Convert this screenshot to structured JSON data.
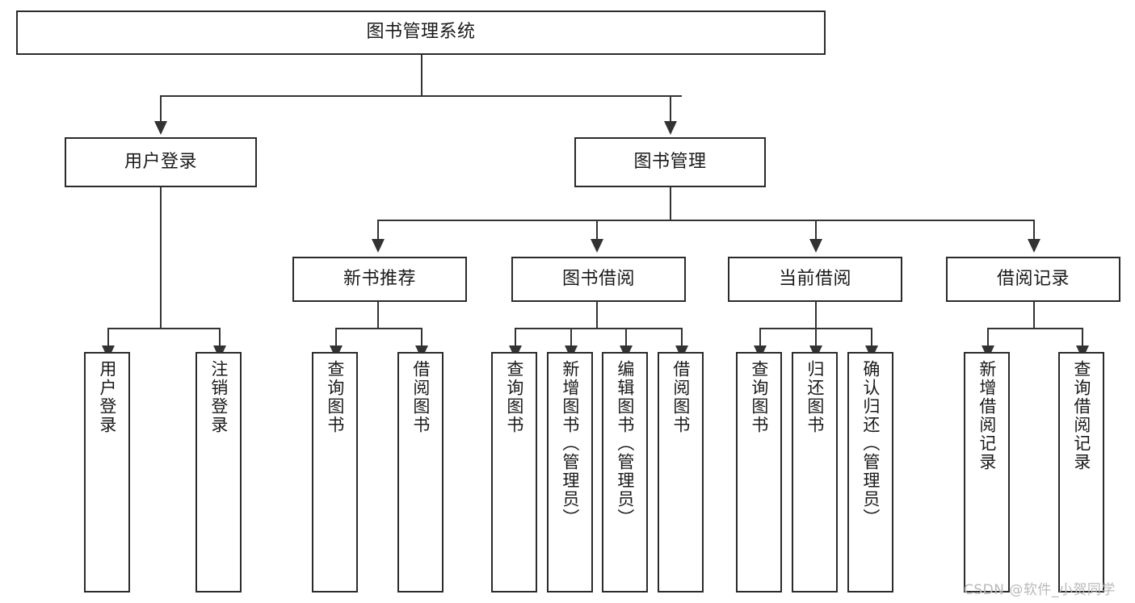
{
  "diagram": {
    "type": "tree",
    "title": "图书管理系统",
    "root": {
      "id": "root",
      "label": "图书管理系统"
    },
    "level2": [
      {
        "id": "user-login",
        "label": "用户登录"
      },
      {
        "id": "book-management",
        "label": "图书管理"
      }
    ],
    "level3": [
      {
        "id": "new-book-recommend",
        "label": "新书推荐",
        "parent": "book-management"
      },
      {
        "id": "book-borrow",
        "label": "图书借阅",
        "parent": "book-management"
      },
      {
        "id": "current-borrow",
        "label": "当前借阅",
        "parent": "book-management"
      },
      {
        "id": "borrow-record",
        "label": "借阅记录",
        "parent": "book-management"
      }
    ],
    "leaves": [
      {
        "id": "leaf-user-login",
        "label": "用户登录",
        "parent": "user-login"
      },
      {
        "id": "leaf-logout",
        "label": "注销登录",
        "parent": "user-login"
      },
      {
        "id": "leaf-query-book-1",
        "label": "查询图书",
        "parent": "new-book-recommend"
      },
      {
        "id": "leaf-borrow-book-1",
        "label": "借阅图书",
        "parent": "new-book-recommend"
      },
      {
        "id": "leaf-query-book-2",
        "label": "查询图书",
        "parent": "book-borrow"
      },
      {
        "id": "leaf-add-book",
        "label": "新增图书（管理员）",
        "parent": "book-borrow"
      },
      {
        "id": "leaf-edit-book",
        "label": "编辑图书（管理员）",
        "parent": "book-borrow"
      },
      {
        "id": "leaf-borrow-book-2",
        "label": "借阅图书",
        "parent": "book-borrow"
      },
      {
        "id": "leaf-query-book-3",
        "label": "查询图书",
        "parent": "current-borrow"
      },
      {
        "id": "leaf-return-book",
        "label": "归还图书",
        "parent": "current-borrow"
      },
      {
        "id": "leaf-confirm-return",
        "label": "确认归还（管理员）",
        "parent": "current-borrow"
      },
      {
        "id": "leaf-add-record",
        "label": "新增借阅记录",
        "parent": "borrow-record"
      },
      {
        "id": "leaf-query-record",
        "label": "查询借阅记录",
        "parent": "borrow-record"
      }
    ]
  },
  "watermark": {
    "text": "CSDN @软件_小贺同学"
  },
  "colors": {
    "stroke": "#2b2b2b",
    "connector": "#333333",
    "text": "#1a1a1a",
    "background": "#ffffff",
    "watermark": "#b9b9b9"
  }
}
